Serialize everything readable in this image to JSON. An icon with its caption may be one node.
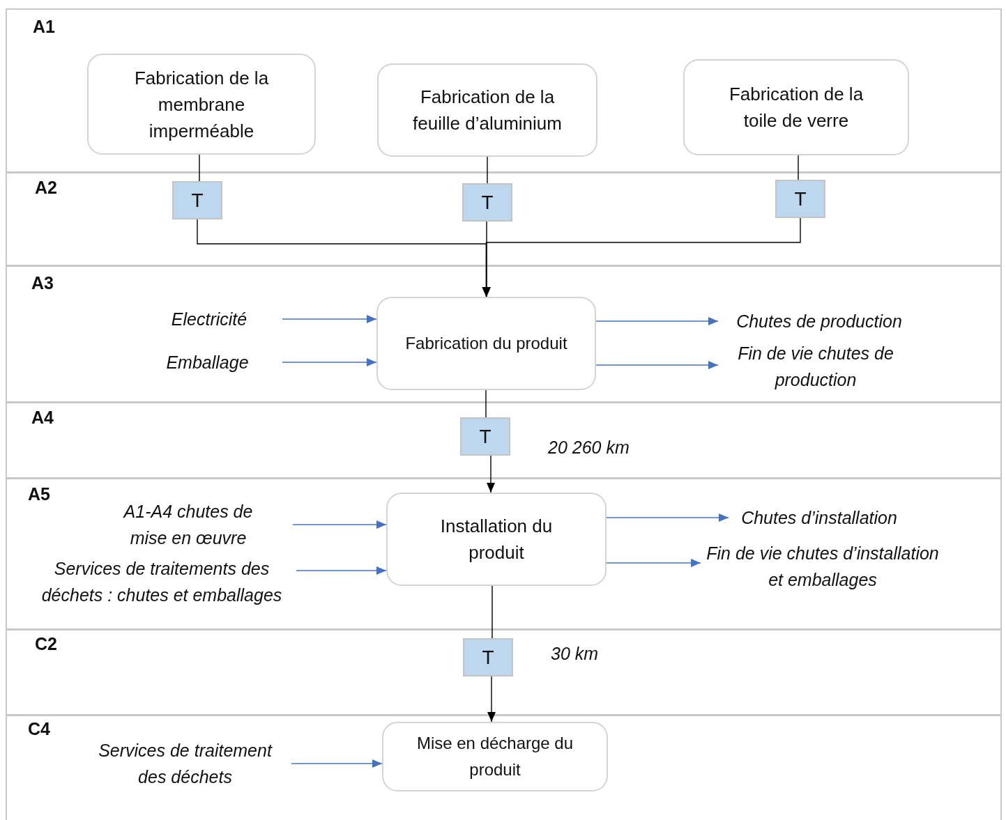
{
  "diagram": {
    "nodes": [
      {
        "text": [
          "A1"
        ]
      },
      {
        "text": [
          "Fabrication de la membrane imperméable"
        ],
        "in": 0
      },
      {
        "text": [
          "Fabrication de la feuille d’aluminium"
        ],
        "in": 0
      },
      {
        "text": [
          "Fabrication de la toile de verre"
        ],
        "in": 0
      },
      {
        "text": [
          "A2"
        ]
      },
      {
        "text": [
          "T"
        ],
        "in": 4
      },
      {
        "text": [
          "T"
        ],
        "in": 4
      },
      {
        "text": [
          "T"
        ],
        "in": 4
      },
      {
        "text": [
          "A3"
        ]
      },
      {
        "text": [
          "Electricité"
        ],
        "in": 8
      },
      {
        "text": [
          "Emballage"
        ],
        "in": 8
      },
      {
        "text": [
          "Fabrication du produit"
        ],
        "in": 8
      },
      {
        "text": [
          "*Chutes de* production"
        ],
        "in": 8
      },
      {
        "text": [
          "Fin de vie chutes de production"
        ],
        "in": 8
      },
      {
        "text": [
          "A4"
        ]
      },
      {
        "text": [
          "T"
        ],
        "in": 14,
        "beside": [
          "20 260 km"
        ]
      },
      {
        "text": [
          "A5"
        ]
      },
      {
        "text": [
          "A1-A4 chutes de mise en œuvre"
        ],
        "in": 16
      },
      {
        "text": [
          "Services de traitements des déchets : chutes et emballages"
        ],
        "in": 16
      },
      {
        "text": [
          "Installation du produit"
        ],
        "in": 16
      },
      {
        "text": [
          "Chutes d’installation"
        ],
        "in": 16
      },
      {
        "text": [
          "Fin de vie chutes d’installation et emballages"
        ],
        "in": 16
      },
      {
        "text": [
          "C2"
        ]
      },
      {
        "text": [
          "T"
        ],
        "in": 22,
        "beside": [
          "30 km"
        ]
      },
      {
        "text": [
          "C4"
        ]
      },
      {
        "text": [
          "Services de traitement des déchets"
        ],
        "in": 24
      },
      {
        "text": [
          "Mise en décharge du produit"
        ],
        "in": 24
      }
    ],
    "edges": [
      {
        "from": 1,
        "to": 5,
        "arrow": "none"
      },
      {
        "from": 2,
        "to": 6,
        "arrow": "none"
      },
      {
        "from": 3,
        "to": 7,
        "arrow": "none"
      },
      {
        "from": 5,
        "to": 11,
        "arrow": "to"
      },
      {
        "from": 6,
        "to": 11,
        "arrow": "to"
      },
      {
        "from": 7,
        "to": 11,
        "arrow": "to"
      },
      {
        "from": 9,
        "to": 11,
        "arrow": "to",
        "color": "#4472c4"
      },
      {
        "from": 10,
        "to": 11,
        "arrow": "to",
        "color": "#4472c4"
      },
      {
        "from": 11,
        "to": 12,
        "arrow": "to",
        "color": "#4472c4"
      },
      {
        "from": 11,
        "to": 13,
        "arrow": "to",
        "color": "#4472c4"
      },
      {
        "from": 11,
        "to": 15,
        "arrow": "none"
      },
      {
        "from": 15,
        "to": 19,
        "arrow": "to"
      },
      {
        "from": 17,
        "to": 19,
        "arrow": "to",
        "color": "#4472c4"
      },
      {
        "from": 18,
        "to": 19,
        "arrow": "to",
        "color": "#4472c4"
      },
      {
        "from": 19,
        "to": 20,
        "arrow": "to",
        "color": "#4472c4"
      },
      {
        "from": 19,
        "to": 21,
        "arrow": "to",
        "color": "#4472c4"
      },
      {
        "from": 19,
        "to": 23,
        "arrow": "none"
      },
      {
        "from": 23,
        "to": 26,
        "arrow": "to"
      },
      {
        "from": 25,
        "to": 26,
        "arrow": "to",
        "color": "#4472c4"
      }
    ]
  }
}
